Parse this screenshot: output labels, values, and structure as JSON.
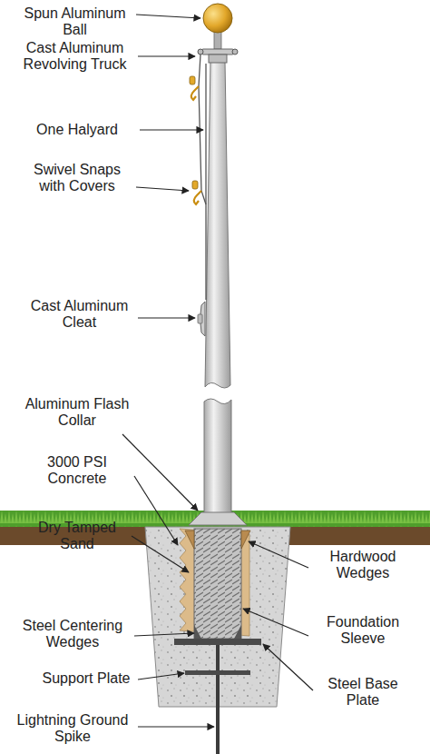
{
  "diagram": {
    "labels": [
      "Spun Aluminum Ball",
      "Cast Aluminum Revolving Truck",
      "One Halyard",
      "Swivel Snaps with Covers",
      "Cast Aluminum Cleat",
      "Aluminum Flash Collar",
      "3000 PSI Concrete",
      "Dry Tamped Sand",
      "Hardwood Wedges",
      "Steel Centering Wedges",
      "Foundation Sleeve",
      "Support Plate",
      "Steel Base Plate",
      "Lightning Ground Spike"
    ]
  }
}
